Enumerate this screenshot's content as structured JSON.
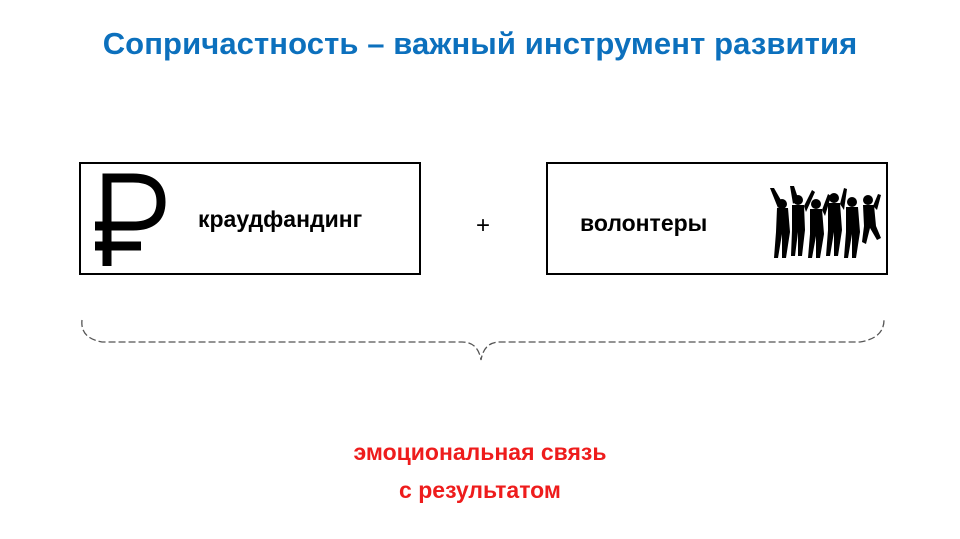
{
  "slide": {
    "title": "Сопричастность – важный инструмент развития",
    "left_box": {
      "label": "краудфандинг",
      "icon": "ruble-icon"
    },
    "operator": "+",
    "right_box": {
      "label": "волонтеры",
      "icon": "people-silhouettes-icon"
    },
    "result_line_1": "эмоциональная связь",
    "result_line_2": "с результатом"
  },
  "colors": {
    "title": "#0c70bd",
    "result": "#ee1c1c",
    "text": "#000000",
    "brace": "#555555"
  }
}
